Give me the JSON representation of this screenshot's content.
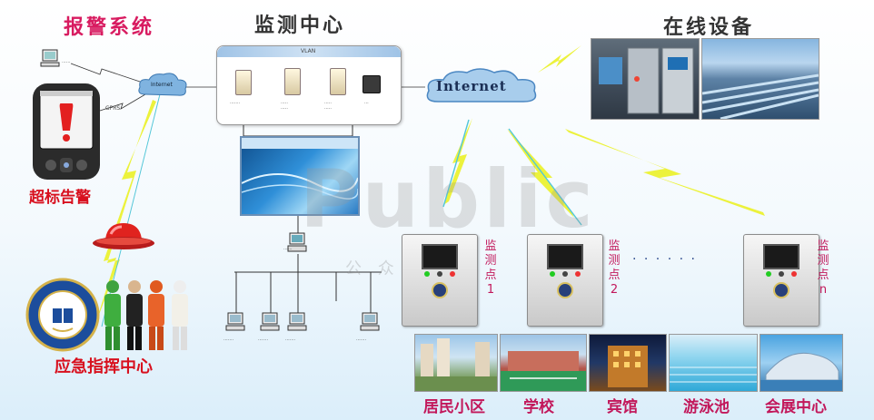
{
  "sections": {
    "alarm_title": "报警系统",
    "monitor_title": "监测中心",
    "online_title": "在线设备",
    "overlimit_label": "超标告警",
    "emergency_label": "应急指挥中心"
  },
  "network": {
    "internet_label": "Internet",
    "internet_small": "Internet",
    "vlan_label": "VLAN",
    "gprs_label": "GPRS"
  },
  "monitor_points": [
    {
      "chars": [
        "监",
        "测",
        "点"
      ],
      "index": "1"
    },
    {
      "chars": [
        "监",
        "测",
        "点"
      ],
      "index": "2"
    },
    {
      "chars": [
        "监",
        "测",
        "点"
      ],
      "index": "n"
    }
  ],
  "ellipsis": "· · · · · ·",
  "places": [
    "居民小区",
    "学校",
    "宾馆",
    "游泳池",
    "会展中心"
  ],
  "watermark": {
    "latin": "Public",
    "cn": "公 众 智 能"
  },
  "colors": {
    "title": "#d81b60",
    "alarm_red": "#d8101e",
    "lightning": "#ecf23c",
    "link_cyan": "#52c6d8"
  }
}
